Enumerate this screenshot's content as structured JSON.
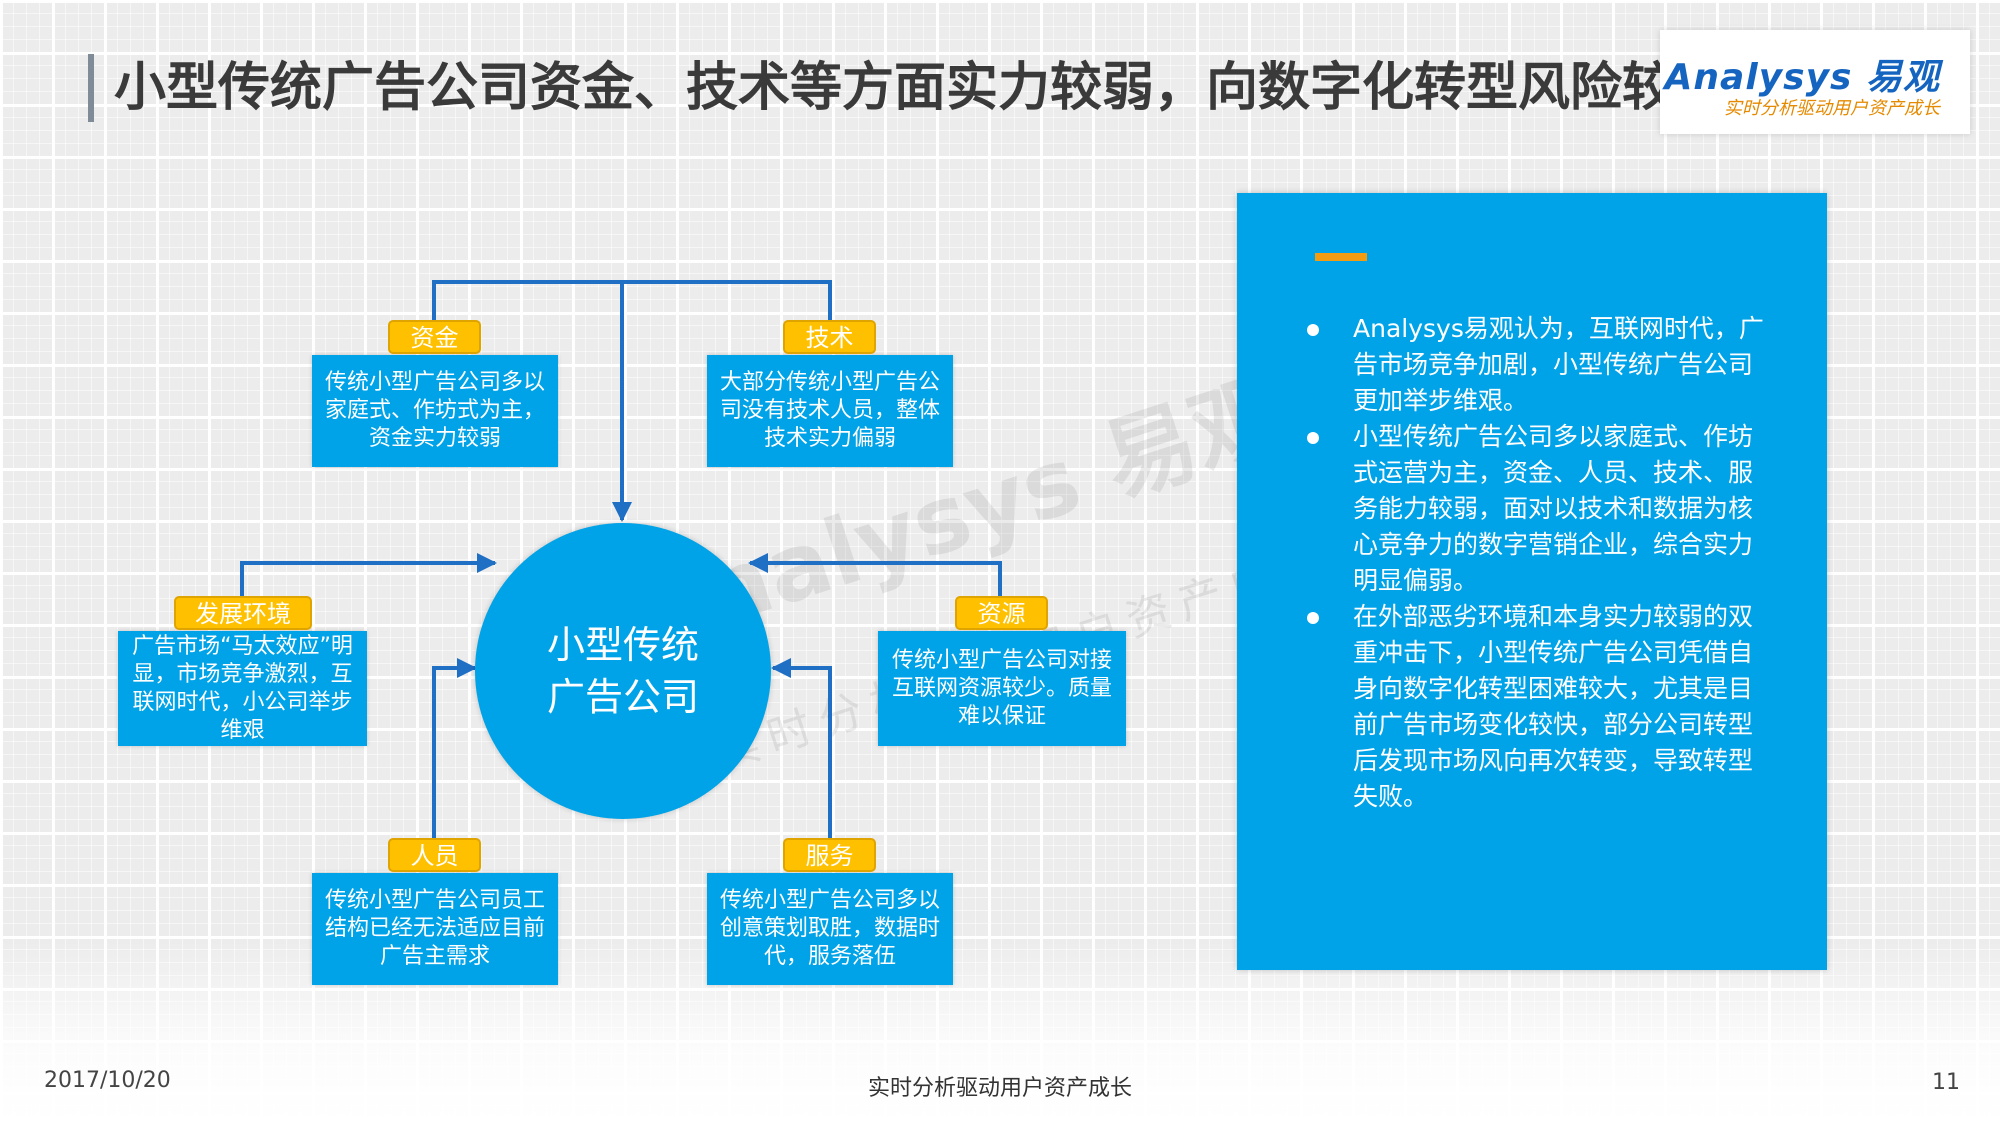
{
  "title": "小型传统广告公司资金、技术等方面实力较弱，向数字化转型风险较大",
  "logo": {
    "brand": "Analysys 易观",
    "tagline": "实时分析驱动用户资产成长"
  },
  "watermark": {
    "brand": "Analysys 易观",
    "tagline": "实时分析驱动用户资产成长"
  },
  "diagram": {
    "center": "小型传统广告公司",
    "nodes": [
      {
        "key": "funds",
        "tag": "资金",
        "text": "传统小型广告公司多以家庭式、作坊式为主，资金实力较弱"
      },
      {
        "key": "tech",
        "tag": "技术",
        "text": "大部分传统小型广告公司没有技术人员，整体技术实力偏弱"
      },
      {
        "key": "env",
        "tag": "发展环境",
        "text": "广告市场“马太效应”明显，市场竞争激烈，互联网时代，小公司举步维艰"
      },
      {
        "key": "resources",
        "tag": "资源",
        "text": "传统小型广告公司对接互联网资源较少。质量难以保证"
      },
      {
        "key": "staff",
        "tag": "人员",
        "text": "传统小型广告公司员工结构已经无法适应目前广告主需求"
      },
      {
        "key": "service",
        "tag": "服务",
        "text": "传统小型广告公司多以创意策划取胜，数据时代，服务落伍"
      }
    ]
  },
  "panel": {
    "bullets": [
      "Analysys易观认为，互联网时代，广告市场竞争加剧，小型传统广告公司更加举步维艰。",
      "小型传统广告公司多以家庭式、作坊式运营为主，资金、人员、技术、服务能力较弱，面对以技术和数据为核心竞争力的数字营销企业，综合实力明显偏弱。",
      "在外部恶劣环境和本身实力较弱的双重冲击下，小型传统广告公司凭借自身向数字化转型困难较大，尤其是目前广告市场变化较快，部分公司转型后发现市场风向再次转变，导致转型失败。"
    ]
  },
  "footer": {
    "date": "2017/10/20",
    "slogan": "实时分析驱动用户资产成长",
    "page": "11"
  },
  "colors": {
    "primary_blue": "#00a3e8",
    "tag_yellow": "#ffc000",
    "connector_blue": "#1f6fc5",
    "accent_orange": "#f39c12"
  }
}
